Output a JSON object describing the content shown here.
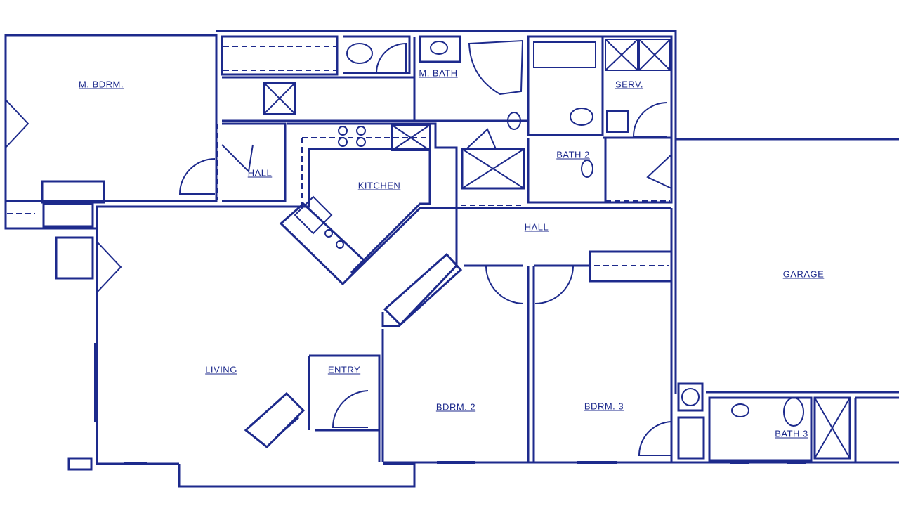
{
  "colors": {
    "line": "#1d2a8c",
    "background": "#ffffff"
  },
  "rooms": {
    "master_bedroom": "M. BDRM.",
    "master_bath": "M. BATH",
    "service": "SERV.",
    "hall_upper": "HALL",
    "kitchen": "KITCHEN",
    "bath_2": "BATH 2",
    "hall_center": "HALL",
    "garage": "GARAGE",
    "living": "LIVING",
    "entry": "ENTRY",
    "bedroom_2": "BDRM. 2",
    "bedroom_3": "BDRM. 3",
    "bath_3": "BATH 3"
  }
}
